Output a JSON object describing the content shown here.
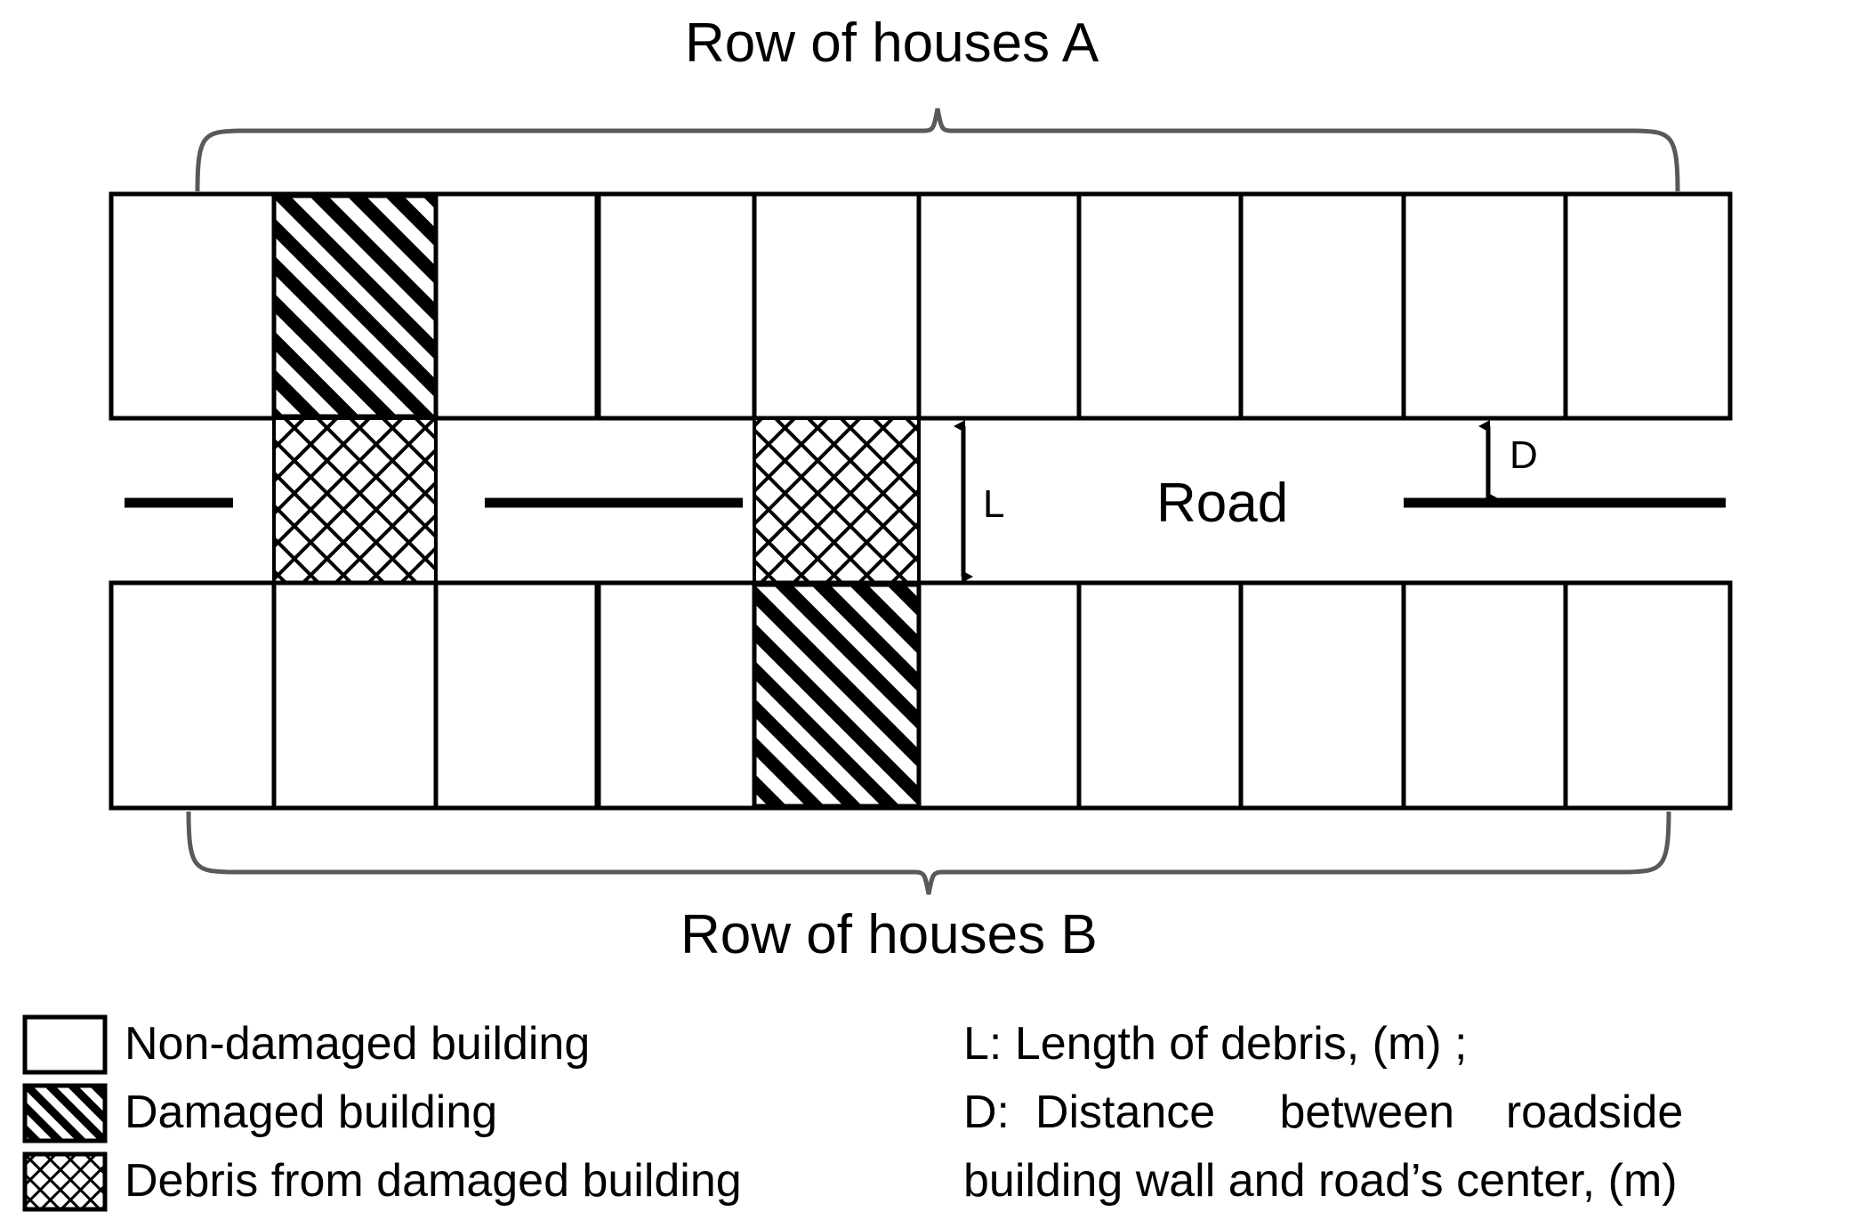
{
  "figure": {
    "top_title": "Row of houses A",
    "bottom_title": "Row of houses B",
    "road_label": "Road",
    "dimension_labels": {
      "length_of_debris": "L",
      "distance_to_center": "D"
    }
  },
  "legend": {
    "symbols": [
      {
        "swatch": "plain",
        "label": "Non-damaged building"
      },
      {
        "swatch": "diagonal-hatch",
        "label": "Damaged building"
      },
      {
        "swatch": "cross-hatch",
        "label": "Debris from damaged building"
      }
    ],
    "definitions": [
      "L: Length of debris, (m) ;",
      "D:  Distance     between    roadside",
      "building wall and road’s center, (m)"
    ]
  },
  "chart_data": {
    "type": "diagram",
    "title": "Plan view of two rows of houses flanking a road",
    "rows": [
      {
        "name": "Row of houses A",
        "position": "top",
        "buildings": [
          {
            "index": 1,
            "state": "non-damaged"
          },
          {
            "index": 2,
            "state": "damaged"
          },
          {
            "index": 3,
            "state": "non-damaged"
          },
          {
            "index": 4,
            "state": "non-damaged"
          },
          {
            "index": 5,
            "state": "non-damaged"
          },
          {
            "index": 6,
            "state": "non-damaged"
          },
          {
            "index": 7,
            "state": "non-damaged"
          },
          {
            "index": 8,
            "state": "non-damaged"
          },
          {
            "index": 9,
            "state": "non-damaged"
          },
          {
            "index": 10,
            "state": "non-damaged"
          }
        ]
      },
      {
        "name": "Row of houses B",
        "position": "bottom",
        "buildings": [
          {
            "index": 1,
            "state": "non-damaged"
          },
          {
            "index": 2,
            "state": "non-damaged"
          },
          {
            "index": 3,
            "state": "non-damaged"
          },
          {
            "index": 4,
            "state": "non-damaged"
          },
          {
            "index": 5,
            "state": "damaged"
          },
          {
            "index": 6,
            "state": "non-damaged"
          },
          {
            "index": 7,
            "state": "non-damaged"
          },
          {
            "index": 8,
            "state": "non-damaged"
          },
          {
            "index": 9,
            "state": "non-damaged"
          },
          {
            "index": 10,
            "state": "non-damaged"
          }
        ]
      }
    ],
    "debris_blocks": [
      {
        "source_row": "A",
        "source_building_index": 2,
        "spans_road": true
      },
      {
        "source_row": "B",
        "source_building_index": 5,
        "spans_road": true
      }
    ],
    "road": {
      "label": "Road",
      "centerline": "dashed",
      "dash_count": 3
    },
    "measures": [
      {
        "symbol": "L",
        "meaning": "Length of debris",
        "unit": "m"
      },
      {
        "symbol": "D",
        "meaning": "Distance between roadside building wall and road's center",
        "unit": "m"
      }
    ]
  },
  "colors": {
    "stroke": "#000000",
    "brace": "#595959",
    "background": "#ffffff"
  }
}
